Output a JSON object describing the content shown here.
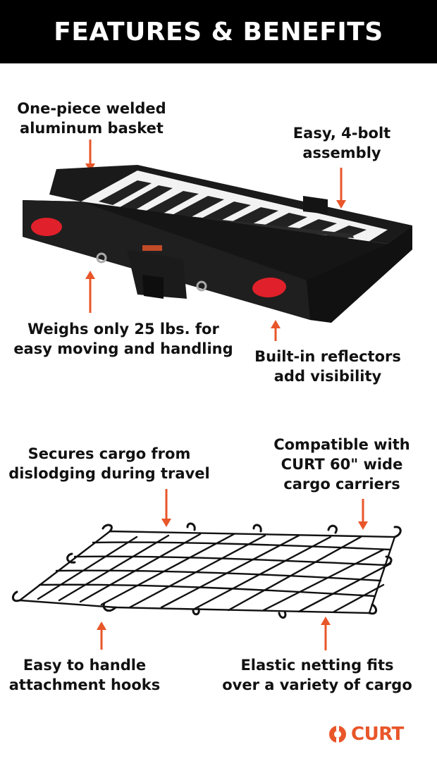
{
  "header": {
    "title": "FEATURES & BENEFITS"
  },
  "carrier_callouts": {
    "basket": "One-piece welded\naluminum basket",
    "assembly": "Easy, 4-bolt\nassembly",
    "weight": "Weighs only 25 lbs. for\neasy moving and handling",
    "reflectors": "Built-in reflectors\nadd visibility"
  },
  "net_callouts": {
    "secures": "Secures cargo from\ndislodging during travel",
    "compatible": "Compatible with\nCURT 60\" wide\ncargo carriers",
    "hooks": "Easy to handle\nattachment hooks",
    "elastic": "Elastic netting fits\nover a variety of cargo"
  },
  "logo": {
    "text": "CURT"
  },
  "colors": {
    "accent": "#e8562a",
    "header_bg": "#000000",
    "reflector": "#e0202a"
  },
  "icons": {
    "arrow": "arrow-icon",
    "logo": "curt-logo-icon"
  }
}
